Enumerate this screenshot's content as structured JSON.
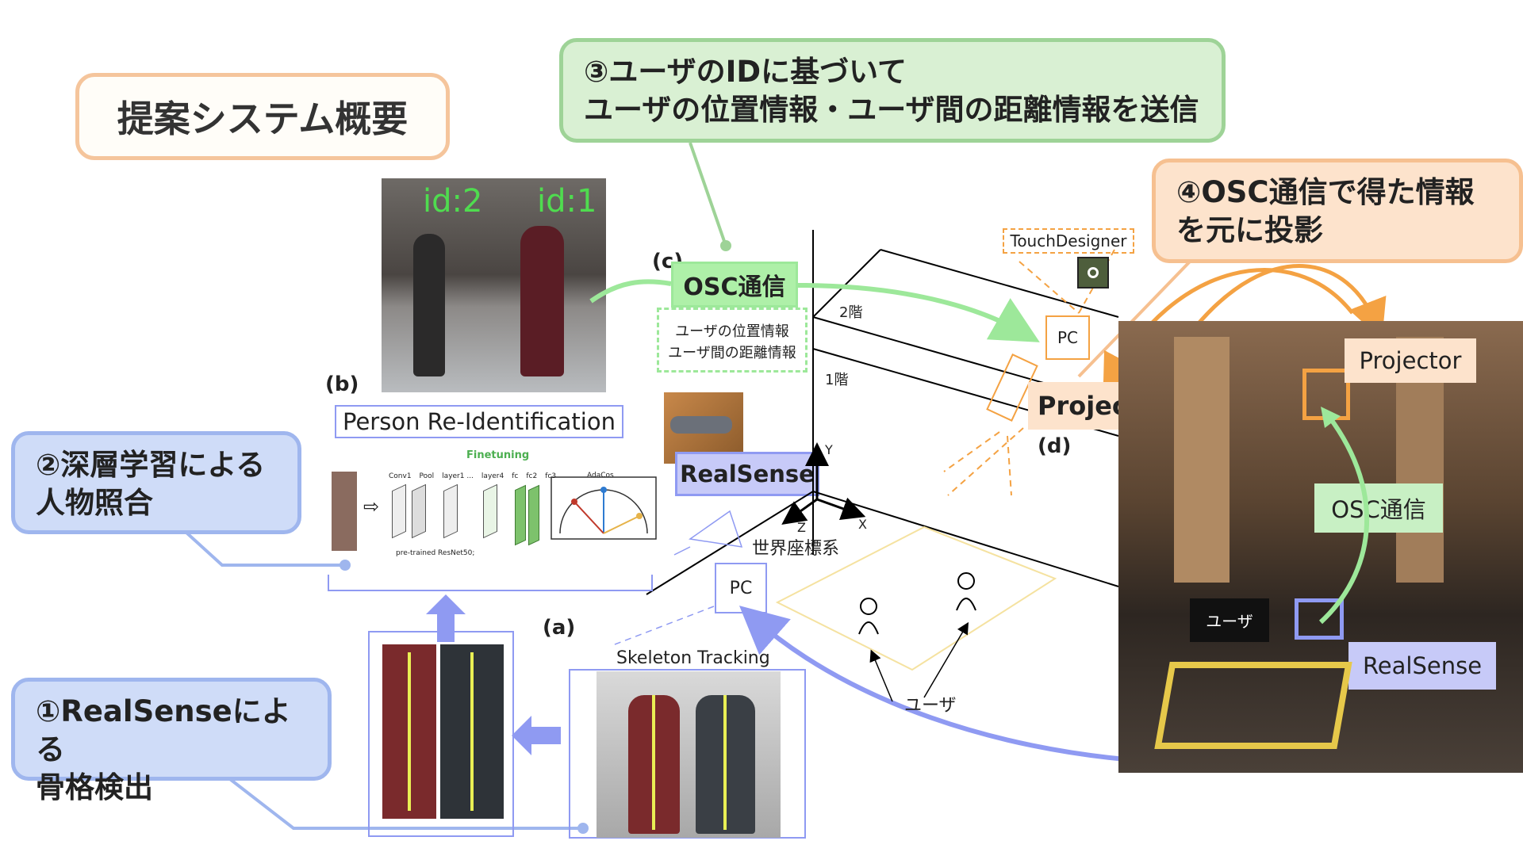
{
  "title": "提案システム概要",
  "callout3": {
    "line1": "③ユーザのIDに基づいて",
    "line2": "ユーザの位置情報・ユーザ間の距離情報を送信"
  },
  "callout4": {
    "line1": "④OSC通信で得た情報",
    "line2": "を元に投影"
  },
  "callout2": {
    "line1": "②深層学習による",
    "line2": "人物照合"
  },
  "callout1": {
    "line1": "①RealSenseによる",
    "line2": "骨格検出"
  },
  "ids": {
    "id2": "id:2",
    "id1": "id:1"
  },
  "labels": {
    "b": "(b)",
    "a": "(a)",
    "c": "(c)",
    "d": "(d)",
    "reid": "Person Re-Identification",
    "finetuning": "Finetuning",
    "resnet": "pre-trained ResNet50;",
    "adacos": "AdaCos",
    "osc": "OSC通信",
    "osc_info1": "ユーザの位置情報",
    "osc_info2": "ユーザ間の距離情報",
    "realsense": "RealSense",
    "touchdesigner": "TouchDesigner",
    "pc": "PC",
    "floor2": "2階",
    "floor1": "1階",
    "projector": "Projector",
    "world": "世界座標系",
    "axis_y": "Y",
    "axis_x": "X",
    "axis_z": "Z",
    "skeleton": "Skeleton Tracking",
    "user": "ユーザ"
  },
  "net_layers": [
    "Conv1",
    "Pool",
    "layer1 ...",
    "layer4",
    "fc",
    "fc2",
    "fc3"
  ],
  "right_photo": {
    "projector": "Projector",
    "osc": "OSC通信",
    "realsense": "RealSense",
    "user": "ユーザ"
  },
  "colors": {
    "green": "#9de89a",
    "blue": "#8f9af2",
    "orange": "#f4a243",
    "peach": "#fde3cc"
  }
}
